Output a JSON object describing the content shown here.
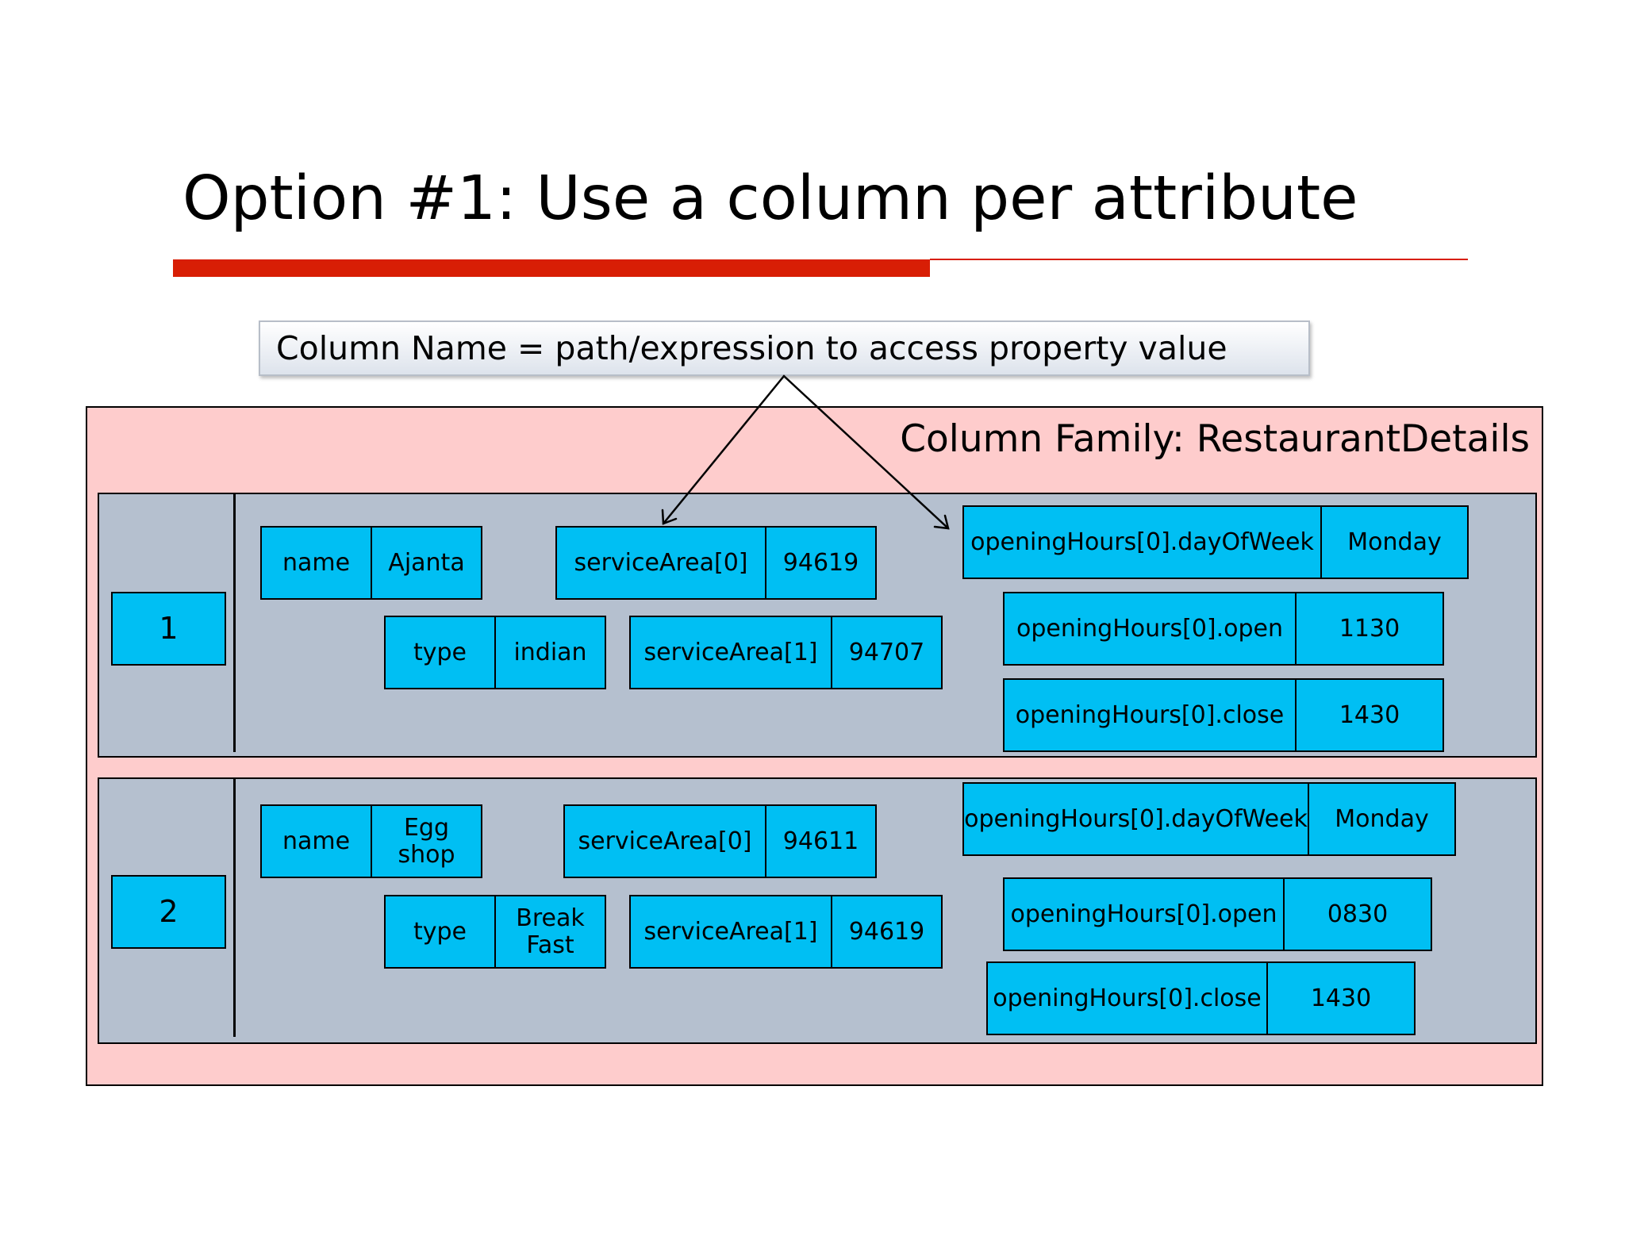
{
  "title": "Option #1: Use a column per attribute",
  "callout": "Column Name = path/expression to access property value",
  "column_family_label": "Column Family: RestaurantDetails",
  "rows": [
    {
      "key": "1",
      "name_label": "name",
      "name_value": "Ajanta",
      "type_label": "type",
      "type_value": "indian",
      "sa0_label": "serviceArea[0]",
      "sa0_value": "94619",
      "sa1_label": "serviceArea[1]",
      "sa1_value": "94707",
      "dow_label": "openingHours[0].dayOfWeek",
      "dow_value": "Monday",
      "open_label": "openingHours[0].open",
      "open_value": "1130",
      "close_label": "openingHours[0].close",
      "close_value": "1430"
    },
    {
      "key": "2",
      "name_label": "name",
      "name_value": "Egg\nshop",
      "type_label": "type",
      "type_value": "Break\nFast",
      "sa0_label": "serviceArea[0]",
      "sa0_value": "94611",
      "sa1_label": "serviceArea[1]",
      "sa1_value": "94619",
      "dow_label": "openingHours[0].dayOfWeek",
      "dow_value": "Monday",
      "open_label": "openingHours[0].open",
      "open_value": "0830",
      "close_label": "openingHours[0].close",
      "close_value": "1430"
    }
  ],
  "colors": {
    "title_accent": "#d81e05",
    "column_family_bg": "#fecccc",
    "row_bg": "#b5c0cf",
    "cell_bg": "#00bff3"
  }
}
